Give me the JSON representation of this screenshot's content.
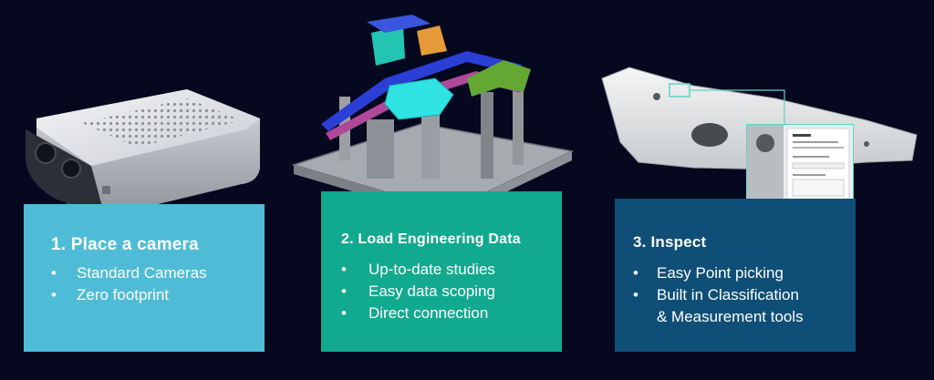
{
  "steps": [
    {
      "title": "1. Place a camera",
      "bullets": [
        "Standard Cameras",
        "Zero footprint"
      ],
      "color": "#4fbcd7"
    },
    {
      "title": "2. Load Engineering Data",
      "bullets": [
        "Up-to-date studies",
        "Easy data scoping",
        "Direct connection"
      ],
      "color": "#12aa8e"
    },
    {
      "title": "3. Inspect",
      "bullets": [
        "Easy Point picking",
        "Built in Classification",
        "& Measurement tools"
      ],
      "color": "#0f4f77"
    }
  ],
  "bullet_glyph": "•",
  "icons": [
    "camera-image",
    "fixture-cad-image",
    "part-inspection-image"
  ],
  "colors": {
    "background": "#05081f",
    "card_1": "#4fbcd7",
    "card_2": "#12aa8e",
    "card_3": "#0f4f77",
    "highlight": "#5fd3c8"
  }
}
